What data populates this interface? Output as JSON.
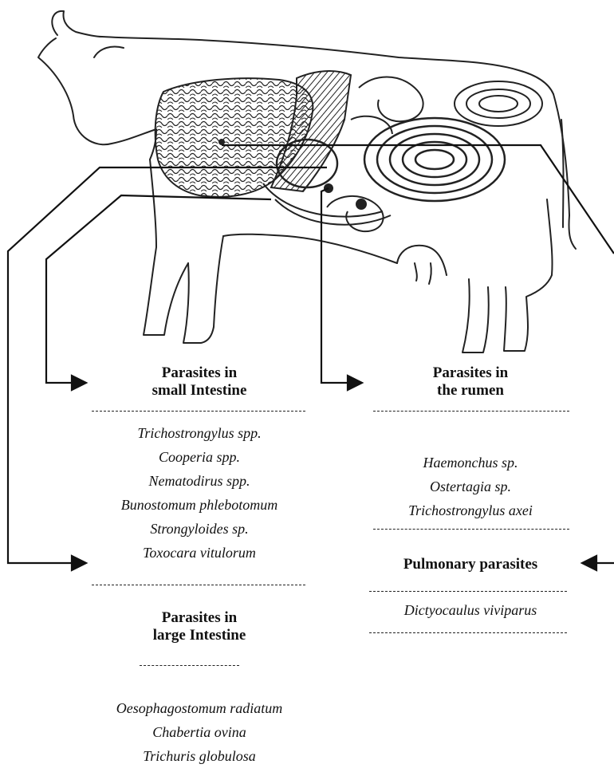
{
  "diagram": {
    "small_intestine": {
      "title_line1": "Parasites in",
      "title_line2": "small Intestine",
      "species": [
        "Trichostrongylus spp.",
        "Cooperia spp.",
        "Nematodirus spp.",
        "Bunostomum phlebotomum",
        "Strongyloides sp.",
        "Toxocara vitulorum"
      ]
    },
    "rumen": {
      "title_line1": "Parasites in",
      "title_line2": "the rumen",
      "species": [
        "Haemonchus sp.",
        "Ostertagia sp.",
        "Trichostrongylus axei"
      ]
    },
    "large_intestine": {
      "title_line1": "Parasites in",
      "title_line2": "large Intestine",
      "species": [
        "Oesophagostomum radiatum",
        "Chabertia ovina",
        "Trichuris globulosa"
      ]
    },
    "pulmonary": {
      "title": "Pulmonary parasites",
      "species": [
        "Dictyocaulus viviparus"
      ]
    }
  }
}
